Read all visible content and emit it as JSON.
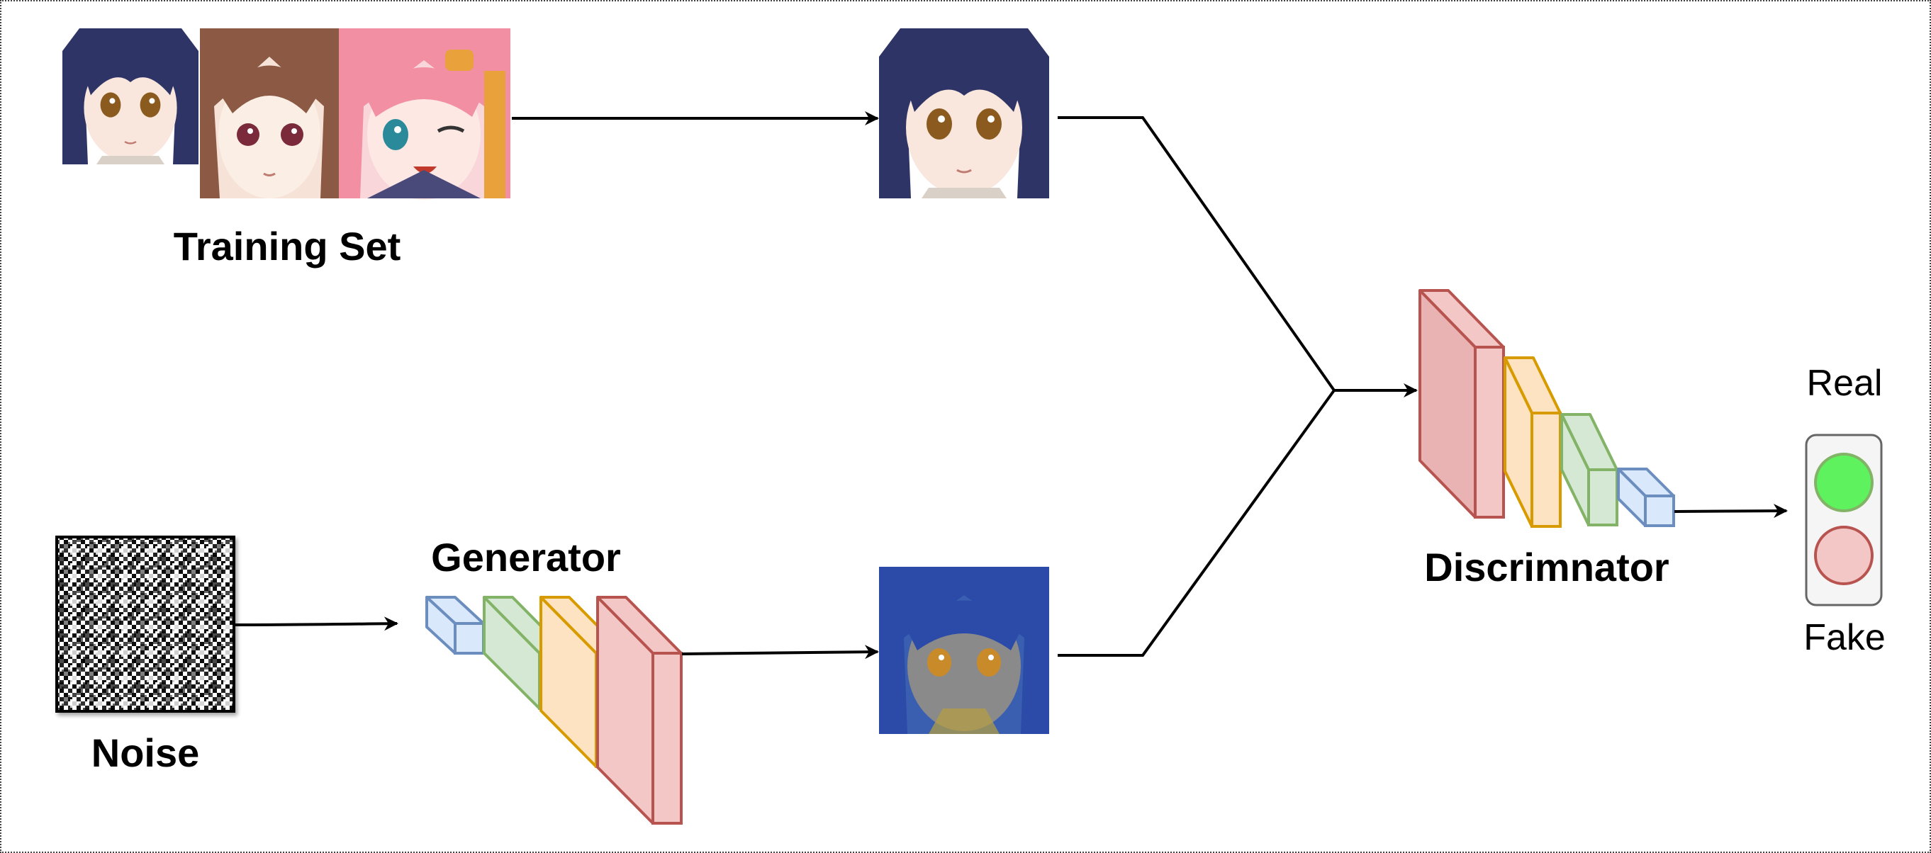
{
  "labels": {
    "training_set": "Training Set",
    "noise": "Noise",
    "generator": "Generator",
    "discriminator": "Discrimnator",
    "real": "Real",
    "fake": "Fake"
  },
  "colors": {
    "red_fill": "#f4c7c7",
    "red_stroke": "#b85450",
    "orange_fill": "#fde3c2",
    "orange_stroke": "#d79b00",
    "green_fill": "#d5e8d4",
    "green_stroke": "#82b366",
    "blue_fill": "#dae8fc",
    "blue_stroke": "#6c8ebf",
    "real_light": "#5ef25e",
    "fake_light": "#f4c7c7"
  },
  "images": {
    "training_faces": [
      "dark-blue-haired-anime-girl",
      "brown-haired-anime-girl",
      "pink-haired-anime-girl"
    ],
    "real_sample": "dark-blue-haired-anime-girl",
    "generated_sample": "generated-blue-haired-anime-girl",
    "noise": "random-noise-texture"
  }
}
